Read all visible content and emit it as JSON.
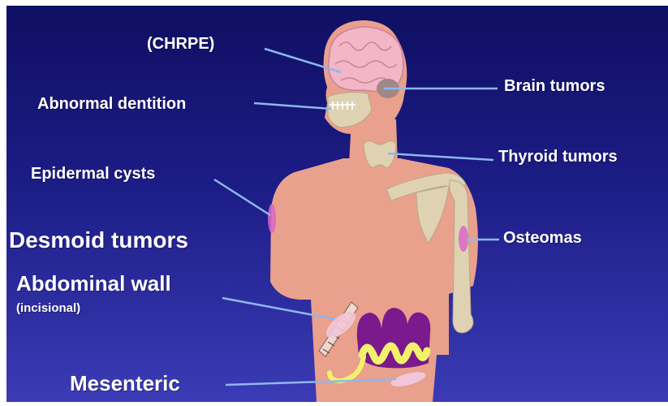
{
  "labels": {
    "chrpe": "(CHRPE)",
    "abnormal_dentition": "Abnormal dentition",
    "brain_tumors": "Brain tumors",
    "thyroid_tumors": "Thyroid tumors",
    "epidermal_cysts": "Epidermal cysts",
    "desmoid_tumors": "Desmoid tumors",
    "osteomas": "Osteomas",
    "abdominal_wall": "Abdominal wall",
    "incisional": "(incisional)",
    "mesenteric": "Mesenteric"
  },
  "colors": {
    "background_top": "#0f0f63",
    "background_bottom": "#3b3bb6",
    "skin": "#e9a08c",
    "bone": "#ded2b3",
    "brain": "#f2b6c6",
    "leader_line": "#8fb6ee",
    "lesion": "#d966c7",
    "bowel_purple": "#7a1a8c",
    "bowel_yellow": "#f2f26a",
    "label_text": "#ffffff"
  }
}
